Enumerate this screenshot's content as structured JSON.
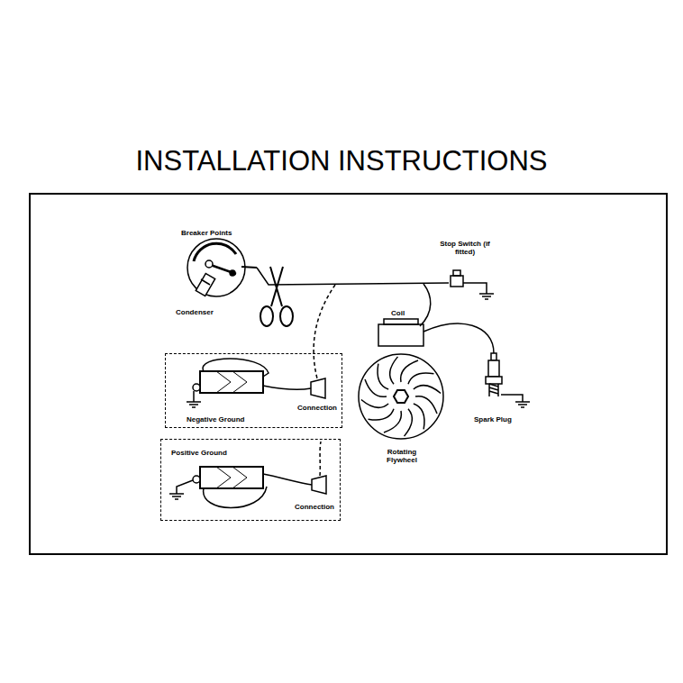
{
  "diagram": {
    "title": "INSTALLATION INSTRUCTIONS",
    "nodes": [
      {
        "text": [
          "Negative Ground",
          "Connection"
        ]
      },
      {
        "text": [
          "Positive Ground",
          "Connection"
        ]
      }
    ],
    "labels": [
      "Breaker Points",
      "Condenser",
      "Stop Switch (if fitted)",
      "Coil",
      "Spark Plug",
      "Rotating Flywheel"
    ]
  }
}
